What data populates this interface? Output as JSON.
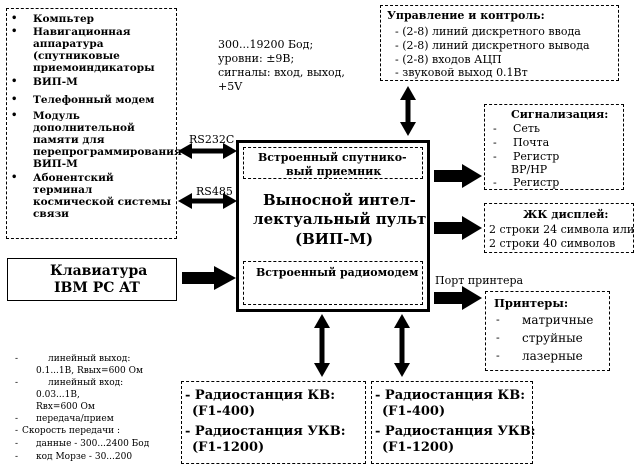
{
  "devices": {
    "items": [
      "Компьтер",
      "Навигационная аппаратура (спутниковые приемоиндикаторы",
      "ВИП-М",
      "Телефонный модем",
      "Модуль дополнительной памяти для перепрограммирования ВИП-М",
      "Абонентский терминал космической системы связи"
    ]
  },
  "serial_params": {
    "line1": "300...19200 Бод;",
    "line2": "уровни: ±9В;",
    "line3": "сигналы: вход, выход,",
    "line4": "+5V"
  },
  "interfaces": {
    "rs232": "RS232C",
    "rs485": "RS485"
  },
  "control": {
    "title": "Управление и контроль:",
    "lines": [
      "- (2-8) линий дискретного ввода",
      "- (2-8) линий дискретного вывода",
      "- (2-8) входов АЦП",
      "- звуковой выход 0.1Вт"
    ]
  },
  "signaling": {
    "title": "Сигнализация:",
    "items": [
      "Сеть",
      "Почта",
      "Регистр",
      "ВР/НР",
      "Регистр"
    ]
  },
  "lcd": {
    "title": "ЖК дисплей:",
    "line1": "2 строки 24 символа или",
    "line2": "2 строки 40 символов"
  },
  "main_unit": {
    "top_label_1": "Встроенный спутнико-",
    "top_label_2": "вый приемник",
    "title_1": "Выносной интел-",
    "title_2": "лектуальный пульт",
    "title_3": "(ВИП-М)",
    "bottom_label": "Встроенный радиомодем"
  },
  "keyboard": {
    "line1": "Клавиатура",
    "line2": "IBM PC AT"
  },
  "printer_port": "Порт принтера",
  "printers": {
    "title": "Принтеры:",
    "items": [
      "матричные",
      "струйные",
      "лазерные"
    ]
  },
  "modem_params": {
    "lines": [
      "линейный выход:",
      "0.1...1В, Rвых=600 Ом",
      "линейный вход:",
      "0.03...1В,",
      "Rвх=600 Ом",
      "передача/прием",
      "Скорость передачи :",
      "данные - 300...2400 Бод",
      "код Морзе - 30...200"
    ]
  },
  "radio_left": {
    "kv": "- Радиостанция КВ:",
    "kv_model": "(F1-400)",
    "ukv": "- Радиостанция УКВ:",
    "ukv_model": "(F1-1200)"
  },
  "radio_right": {
    "kv": "- Радиостанция КВ:",
    "kv_model": "(F1-400)",
    "ukv": "- Радиостанция УКВ:",
    "ukv_model": "(F1-1200)"
  }
}
